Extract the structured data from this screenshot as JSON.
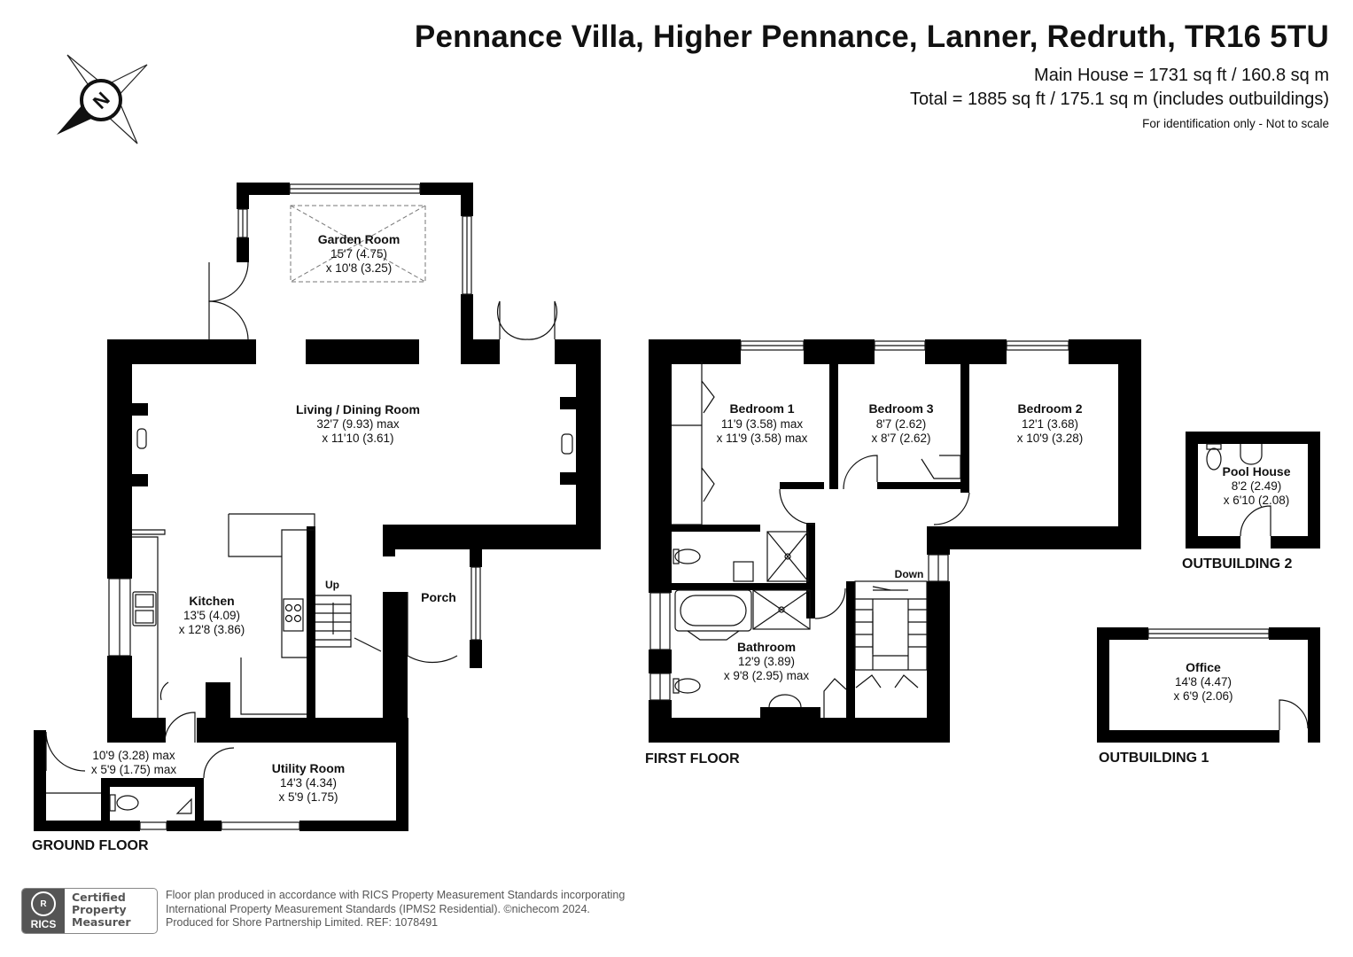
{
  "header": {
    "title": "Pennance Villa, Higher Pennance, Lanner, Redruth, TR16 5TU",
    "main_house": "Main House = 1731 sq ft / 160.8 sq m",
    "total": "Total = 1885 sq ft / 175.1 sq m (includes outbuildings)",
    "note": "For identification only - Not to scale"
  },
  "compass": {
    "label": "N",
    "icon": "compass-north-icon"
  },
  "floors": {
    "ground": "GROUND FLOOR",
    "first": "FIRST FLOOR",
    "outbuilding2": "OUTBUILDING 2",
    "outbuilding1": "OUTBUILDING 1"
  },
  "rooms": {
    "garden_room": {
      "name": "Garden Room",
      "dim1": "15'7 (4.75)",
      "dim2": "x 10'8 (3.25)"
    },
    "living_dining": {
      "name": "Living / Dining Room",
      "dim1": "32'7 (9.93) max",
      "dim2": "x 11'10 (3.61)"
    },
    "kitchen": {
      "name": "Kitchen",
      "dim1": "13'5 (4.09)",
      "dim2": "x 12'8 (3.86)"
    },
    "porch": {
      "name": "Porch"
    },
    "hall": {
      "dim1": "10'9 (3.28) max",
      "dim2": "x 5'9 (1.75) max"
    },
    "utility": {
      "name": "Utility Room",
      "dim1": "14'3 (4.34)",
      "dim2": "x 5'9 (1.75)"
    },
    "bedroom1": {
      "name": "Bedroom 1",
      "dim1": "11'9 (3.58) max",
      "dim2": "x 11'9 (3.58) max"
    },
    "bedroom3": {
      "name": "Bedroom 3",
      "dim1": "8'7 (2.62)",
      "dim2": "x 8'7 (2.62)"
    },
    "bedroom2": {
      "name": "Bedroom 2",
      "dim1": "12'1 (3.68)",
      "dim2": "x 10'9 (3.28)"
    },
    "bathroom": {
      "name": "Bathroom",
      "dim1": "12'9 (3.89)",
      "dim2": "x 9'8 (2.95) max"
    },
    "pool_house": {
      "name": "Pool House",
      "dim1": "8'2 (2.49)",
      "dim2": "x 6'10 (2.08)"
    },
    "office": {
      "name": "Office",
      "dim1": "14'8 (4.47)",
      "dim2": "x 6'9 (2.06)"
    }
  },
  "stairs": {
    "up": "Up",
    "down": "Down"
  },
  "footer": {
    "badge_left": "RICS",
    "badge_seal": "R",
    "badge_line1": "Certified",
    "badge_line2": "Property",
    "badge_line3": "Measurer",
    "disclaimer1": "Floor plan produced in accordance with RICS Property Measurement Standards incorporating",
    "disclaimer2": "International Property Measurement Standards (IPMS2 Residential).  ©nichecom 2024.",
    "disclaimer3": "Produced for Shore Partnership Limited.   REF: 1078491"
  },
  "colors": {
    "wall": "#000000",
    "text": "#111111",
    "fixture_stroke": "#333333"
  }
}
